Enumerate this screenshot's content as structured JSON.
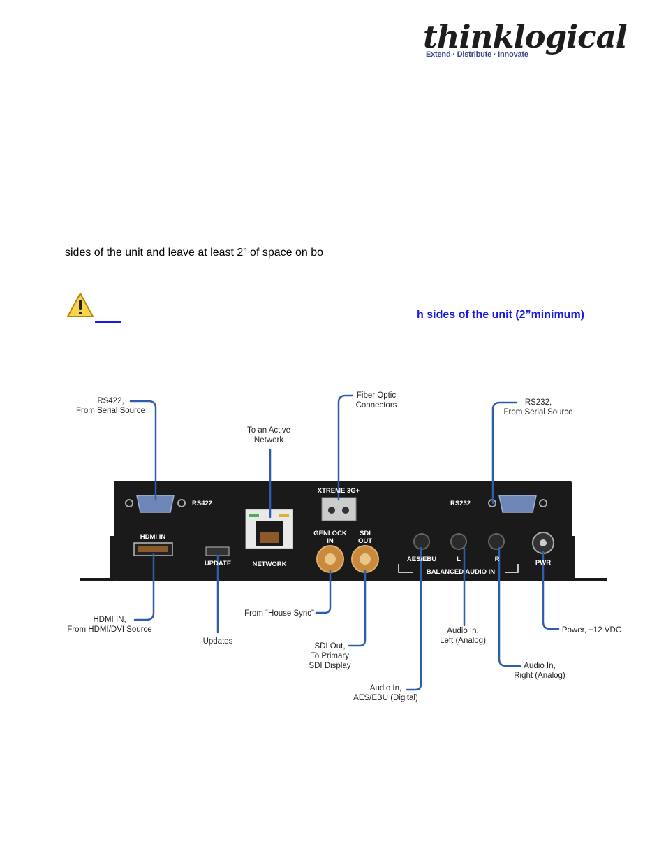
{
  "logo": {
    "brand": "thinklogical",
    "tagline": "Extend · Distribute · Innovate",
    "registered": "®"
  },
  "body": {
    "text": "sides of the unit and leave at least 2” of space on bo"
  },
  "warning": {
    "icon": "warning-triangle-icon",
    "link_text": "",
    "text": "h sides of the unit (2”minimum)",
    "color": "#1a1ae6"
  },
  "diagram": {
    "panel": {
      "rs422": "RS422",
      "xtreme": "XTREME 3G+",
      "rs232": "RS232",
      "hdmi_in": "HDMI IN",
      "update": "UPDATE",
      "network": "NETWORK",
      "genlock": "GENLOCK\nIN",
      "sdi_out": "SDI\nOUT",
      "aes_ebu": "AES/EBU",
      "l": "L",
      "r": "R",
      "pwr": "PWR",
      "balanced_audio_in": "BALANCED AUDIO IN"
    },
    "callouts": {
      "rs422": "RS422,\nFrom Serial Source",
      "network": "To an Active\nNetwork",
      "fiber": "Fiber Optic\nConnectors",
      "rs232": "RS232,\nFrom Serial Source",
      "hdmi": "HDMI IN,\nFrom HDMI/DVI Source",
      "updates": "Updates",
      "house_sync": "From “House Sync”",
      "sdi_out": "SDI Out,\nTo Primary\nSDI Display",
      "audio_aes": "Audio In,\nAES/EBU (Digital)",
      "audio_left": "Audio In,\nLeft (Analog)",
      "audio_right": "Audio In,\nRight (Analog)",
      "power": "Power, +12 VDC"
    },
    "colors": {
      "leader": "#2f5ea8",
      "chassis": "#1a1a1a",
      "bnc": "#c98a3e"
    }
  }
}
